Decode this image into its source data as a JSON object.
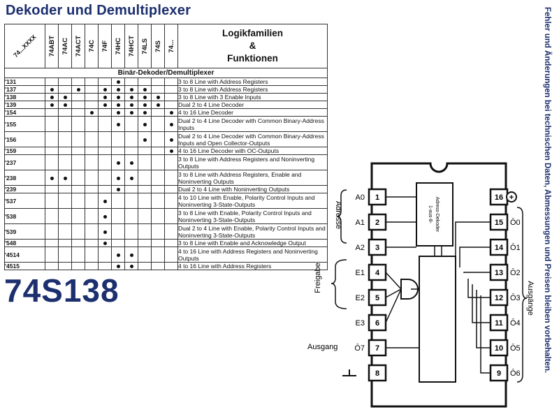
{
  "header": {
    "title": "Dekoder und Demultiplexer",
    "part_number": "74S138"
  },
  "side_note": "Fehler und Änderungen bei technischen Daten, Abmessungen und Preisen bleiben vorbehalten.",
  "table": {
    "corner_label": "74...XXXX",
    "families": [
      "74ABT",
      "74AC",
      "74ACT",
      "74C",
      "74F",
      "74HC",
      "74HCT",
      "74LS",
      "74S",
      "74..."
    ],
    "functions_header": [
      "Logikfamilien",
      "&",
      "Funktionen"
    ],
    "section_title": "Binär-Dekoder/Demultiplexer",
    "rows": [
      {
        "code": "'131",
        "dots": [
          0,
          0,
          0,
          0,
          0,
          1,
          0,
          0,
          0,
          0
        ],
        "desc": "3 to 8 Line with Address Registers"
      },
      {
        "code": "'137",
        "dots": [
          1,
          0,
          1,
          0,
          1,
          1,
          1,
          1,
          0,
          0
        ],
        "desc": "3 to 8 Line with Address Registers"
      },
      {
        "code": "'138",
        "dots": [
          1,
          1,
          0,
          0,
          1,
          1,
          1,
          1,
          1,
          0
        ],
        "desc": "3 to 8 Line with 3 Enable Inputs"
      },
      {
        "code": "'139",
        "dots": [
          1,
          1,
          0,
          0,
          1,
          1,
          1,
          1,
          1,
          0
        ],
        "desc": "Dual 2 to 4 Line Decoder"
      },
      {
        "code": "'154",
        "dots": [
          0,
          0,
          0,
          1,
          0,
          1,
          1,
          1,
          0,
          1
        ],
        "desc": "4 to 16 Line Decoder"
      },
      {
        "code": "'155",
        "dots": [
          0,
          0,
          0,
          0,
          0,
          1,
          0,
          1,
          0,
          1
        ],
        "desc": "Dual 2 to 4 Line Decoder with Common Binary-Address Inputs"
      },
      {
        "code": "'156",
        "dots": [
          0,
          0,
          0,
          0,
          0,
          0,
          0,
          1,
          0,
          1
        ],
        "desc": "Dual 2 to 4 Line Decoder with Common Binary-Address Inputs and Open Collector-Outputs"
      },
      {
        "code": "'159",
        "dots": [
          0,
          0,
          0,
          0,
          0,
          0,
          0,
          0,
          0,
          1
        ],
        "desc": "4 to 16 Line Decoder with OC-Outputs"
      },
      {
        "code": "'237",
        "dots": [
          0,
          0,
          0,
          0,
          0,
          1,
          1,
          0,
          0,
          0
        ],
        "desc": "3 to 8 Line with Address Registers and Noninverting Outputs"
      },
      {
        "code": "'238",
        "dots": [
          1,
          1,
          0,
          0,
          0,
          1,
          1,
          0,
          0,
          0
        ],
        "desc": "3 to 8 Line with Address Registers, Enable and Noninverting Outputs"
      },
      {
        "code": "'239",
        "dots": [
          0,
          0,
          0,
          0,
          0,
          1,
          0,
          0,
          0,
          0
        ],
        "desc": "Dual 2 to 4 Line with Noninverting Outputs"
      },
      {
        "code": "'537",
        "dots": [
          0,
          0,
          0,
          0,
          1,
          0,
          0,
          0,
          0,
          0
        ],
        "desc": "4 to 10 Line with Enable, Polarity Control Inputs and Noninverting 3-State-Outputs"
      },
      {
        "code": "'538",
        "dots": [
          0,
          0,
          0,
          0,
          1,
          0,
          0,
          0,
          0,
          0
        ],
        "desc": "3 to 8 Line with Enable, Polarity Control Inputs and Noninverting 3-State-Outputs"
      },
      {
        "code": "'539",
        "dots": [
          0,
          0,
          0,
          0,
          1,
          0,
          0,
          0,
          0,
          0
        ],
        "desc": "Dual 2 to 4 Line with Enable, Polarity Control Inputs and Noninverting 3-State-Outputs"
      },
      {
        "code": "'548",
        "dots": [
          0,
          0,
          0,
          0,
          1,
          0,
          0,
          0,
          0,
          0
        ],
        "desc": "3 to 8 Line with Enable and Acknowledge Output"
      },
      {
        "code": "'4514",
        "dots": [
          0,
          0,
          0,
          0,
          0,
          1,
          1,
          0,
          0,
          0
        ],
        "desc": "4 to 16 Line with Address Registers and Noninverting Outputs"
      },
      {
        "code": "'4515",
        "dots": [
          0,
          0,
          0,
          0,
          0,
          1,
          1,
          0,
          0,
          0
        ],
        "desc": "4 to 16 Line with Address Registers"
      }
    ]
  },
  "pinout": {
    "left_pins": [
      "1",
      "2",
      "3",
      "4",
      "5",
      "6",
      "7",
      "8"
    ],
    "right_pins": [
      "16",
      "15",
      "14",
      "13",
      "12",
      "11",
      "10",
      "9"
    ],
    "left_labels": [
      "A0",
      "A1",
      "A2",
      "E1",
      "E2",
      "E3",
      "Ō7",
      ""
    ],
    "right_labels": [
      "",
      "Ō0",
      "Ō1",
      "Ō2",
      "Ō3",
      "Ō4",
      "Ō5",
      "Ō6"
    ],
    "group_adresse": "Adresse",
    "group_freigabe": "Freigabe",
    "group_ausgang": "Ausgang",
    "group_ausgaenge": "Ausgänge",
    "decoder_label": [
      "1-aus-8-",
      "Adress-Dekoder"
    ],
    "vcc_symbol": "+"
  }
}
